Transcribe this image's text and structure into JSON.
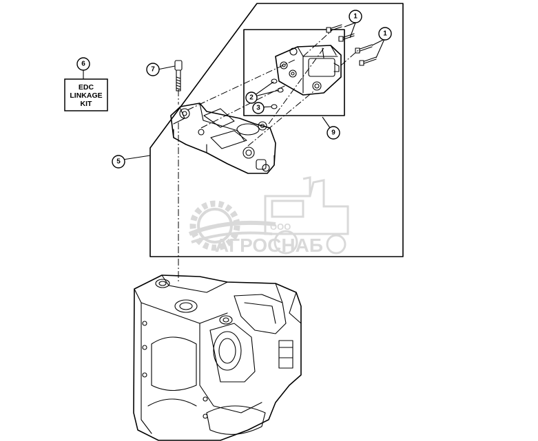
{
  "callouts": [
    {
      "id": "1a",
      "label": "1"
    },
    {
      "id": "1b",
      "label": "1"
    },
    {
      "id": "2",
      "label": "2"
    },
    {
      "id": "3",
      "label": "3"
    },
    {
      "id": "5",
      "label": "5"
    },
    {
      "id": "6",
      "label": "6"
    },
    {
      "id": "7",
      "label": "7"
    },
    {
      "id": "9",
      "label": "9"
    }
  ],
  "kit_box": {
    "lines": [
      "EDC",
      "LINKAGE",
      "KIT"
    ]
  },
  "watermark": {
    "prefix": "ООО",
    "brand": "АГРОСНАБ"
  },
  "colors": {
    "line": "#000000",
    "watermark": "#8a8a8a",
    "background": "#ffffff"
  }
}
